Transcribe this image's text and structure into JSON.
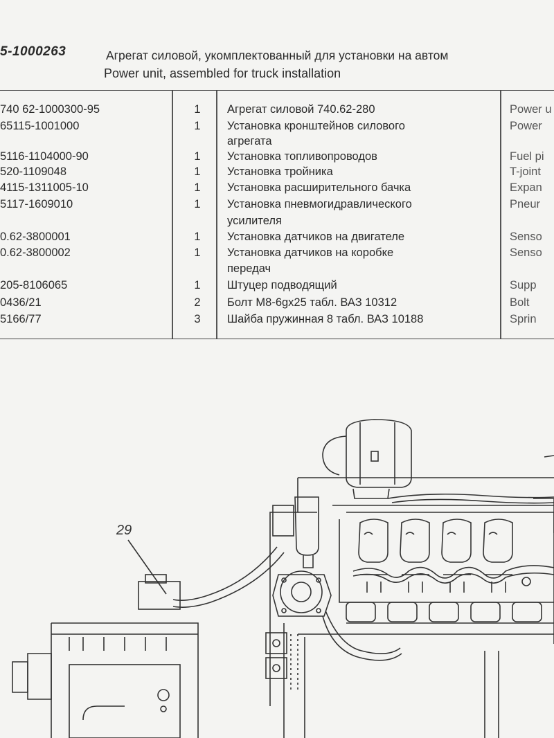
{
  "header": {
    "doc_number": "5-1000263",
    "title_ru": "Агрегат силовой, укомплектованный для установки на автом",
    "title_en": "Power unit, assembled for truck installation"
  },
  "rows": [
    {
      "code": "740 62-1000300-95",
      "qty": "1",
      "name": "Агрегат силовой 740.62-280",
      "en": "Power u"
    },
    {
      "code": "65115-1001000",
      "qty": "1",
      "name": "Установка кронштейнов силового",
      "en": "Power"
    },
    {
      "code": "",
      "qty": "",
      "name": "агрегата",
      "en": ""
    },
    {
      "code": "5116-1104000-90",
      "qty": "1",
      "name": "Установка топливопроводов",
      "en": "Fuel pi"
    },
    {
      "code": "520-1109048",
      "qty": "1",
      "name": "Установка тройника",
      "en": "T-joint"
    },
    {
      "code": "4115-1311005-10",
      "qty": "1",
      "name": "Установка расширительного бачка",
      "en": "Expan"
    },
    {
      "code": "5117-1609010",
      "qty": "1",
      "name": "Установка пневмогидравлического",
      "en": "Pneur"
    },
    {
      "code": "",
      "qty": "",
      "name": "усилителя",
      "en": ""
    },
    {
      "code": "0.62-3800001",
      "qty": "1",
      "name": "Установка датчиков на двигателе",
      "en": "Senso"
    },
    {
      "code": "0.62-3800002",
      "qty": "1",
      "name": "Установка датчиков на коробке",
      "en": "Senso"
    },
    {
      "code": "",
      "qty": "",
      "name": "передач",
      "en": ""
    },
    {
      "code": "205-8106065",
      "qty": "1",
      "name": "Штуцер подводящий",
      "en": "Supp"
    },
    {
      "code": "0436/21",
      "qty": "2",
      "name": "Болт М8-6gx25 табл. ВАЗ 10312",
      "en": "Bolt"
    },
    {
      "code": "5166/77",
      "qty": "3",
      "name": "Шайба пружинная 8 табл. ВАЗ 10188",
      "en": "Sprin"
    }
  ],
  "drawing": {
    "callout_label": "29"
  }
}
